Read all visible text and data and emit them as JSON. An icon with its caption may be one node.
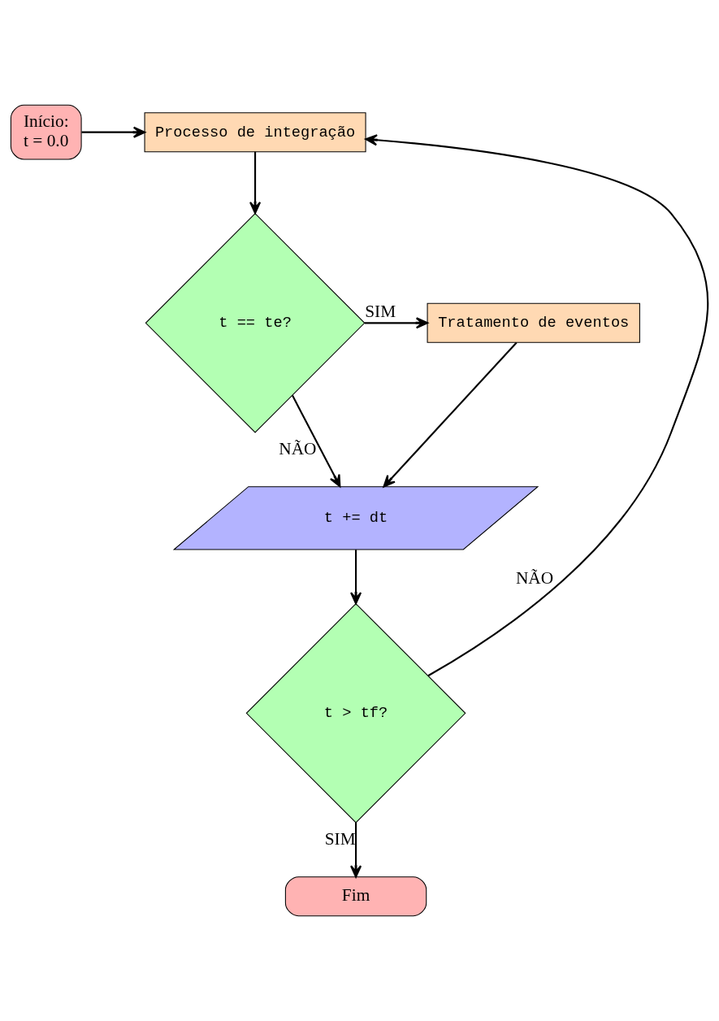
{
  "diagram": {
    "nodes": [
      {
        "text": [
          "Início:",
          "t = 0.0"
        ]
      },
      {
        "text": [
          "Processo de integração"
        ]
      },
      {
        "text": [
          "t == te?"
        ]
      },
      {
        "text": [
          "Tratamento de eventos"
        ]
      },
      {
        "text": [
          "t += dt"
        ]
      },
      {
        "text": [
          "t > tf?"
        ]
      },
      {
        "text": [
          "Fim"
        ]
      }
    ],
    "edges": [
      {
        "from": 0,
        "to": 1,
        "arrow": "to"
      },
      {
        "from": 1,
        "to": 2,
        "arrow": "to"
      },
      {
        "from": 2,
        "to": 3,
        "arrow": "to",
        "label": "SIM"
      },
      {
        "from": 2,
        "to": 4,
        "arrow": "to",
        "label": "NÃO"
      },
      {
        "from": 3,
        "to": 4,
        "arrow": "to"
      },
      {
        "from": 4,
        "to": 5,
        "arrow": "to"
      },
      {
        "from": 5,
        "to": 1,
        "arrow": "to",
        "label": "NÃO"
      },
      {
        "from": 5,
        "to": 6,
        "arrow": "to",
        "label": "SIM"
      }
    ]
  }
}
